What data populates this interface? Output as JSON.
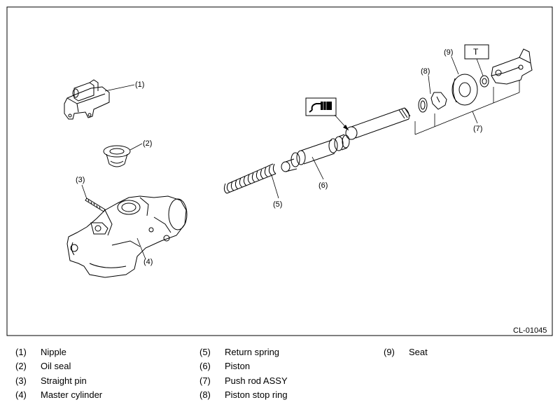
{
  "diagram": {
    "code": "CL-01045",
    "tool_box_label": "T",
    "callouts": {
      "c1": "(1)",
      "c2": "(2)",
      "c3": "(3)",
      "c4": "(4)",
      "c5": "(5)",
      "c6": "(6)",
      "c7": "(7)",
      "c8": "(8)",
      "c9": "(9)"
    },
    "icons": {
      "grease": "grease-applicator-icon",
      "torque": "torque-t-box"
    }
  },
  "legend": [
    {
      "num": "(1)",
      "name": "Nipple"
    },
    {
      "num": "(2)",
      "name": "Oil seal"
    },
    {
      "num": "(3)",
      "name": "Straight pin"
    },
    {
      "num": "(4)",
      "name": "Master cylinder"
    },
    {
      "num": "(5)",
      "name": "Return spring"
    },
    {
      "num": "(6)",
      "name": "Piston"
    },
    {
      "num": "(7)",
      "name": "Push rod ASSY"
    },
    {
      "num": "(8)",
      "name": "Piston stop ring"
    },
    {
      "num": "(9)",
      "name": "Seat"
    }
  ]
}
